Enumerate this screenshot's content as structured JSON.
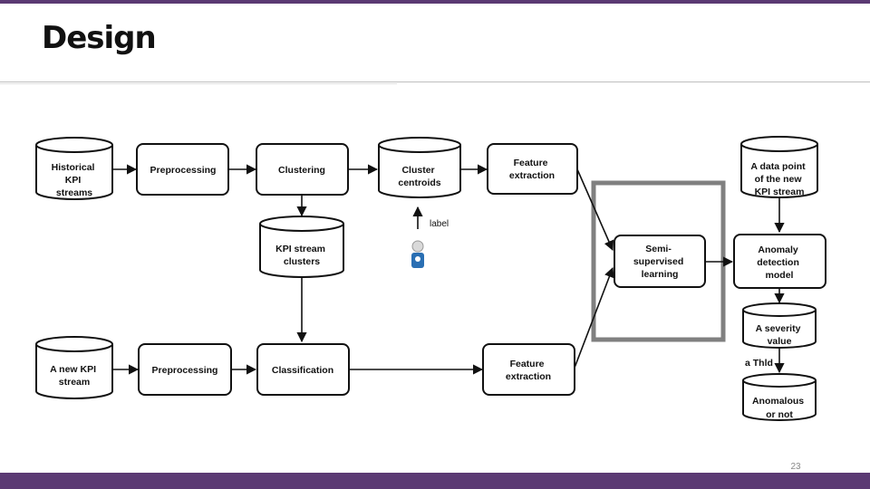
{
  "slide": {
    "title": "Design",
    "page_number": "23"
  },
  "diagram": {
    "historical_streams": [
      "Historical",
      "KPI",
      "streams"
    ],
    "preprocessing_top": [
      "Preprocessing"
    ],
    "clustering": [
      "Clustering"
    ],
    "cluster_centroids": [
      "Cluster",
      "centroids"
    ],
    "feature_extraction_top": [
      "Feature",
      "extraction"
    ],
    "label": "label",
    "kpi_stream_clusters": [
      "KPI stream",
      "clusters"
    ],
    "semi_supervised": [
      "Semi-",
      "supervised",
      "learning"
    ],
    "new_data_point": [
      "A data point",
      "of the new",
      "KPI stream"
    ],
    "anomaly_model": [
      "Anomaly",
      "detection",
      "model"
    ],
    "severity_value": [
      "A severity",
      "value"
    ],
    "threshold": "a Thld",
    "anomalous": [
      "Anomalous",
      "or not"
    ],
    "new_kpi_stream": [
      "A new KPI",
      "stream"
    ],
    "preprocessing_bottom": [
      "Preprocessing"
    ],
    "classification": [
      "Classification"
    ],
    "feature_extraction_bottom": [
      "Feature",
      "extraction"
    ]
  },
  "colors": {
    "accent_bar": "#5b3a73",
    "highlight_frame": "#808080",
    "user_icon_blue": "#2a6fb3"
  }
}
